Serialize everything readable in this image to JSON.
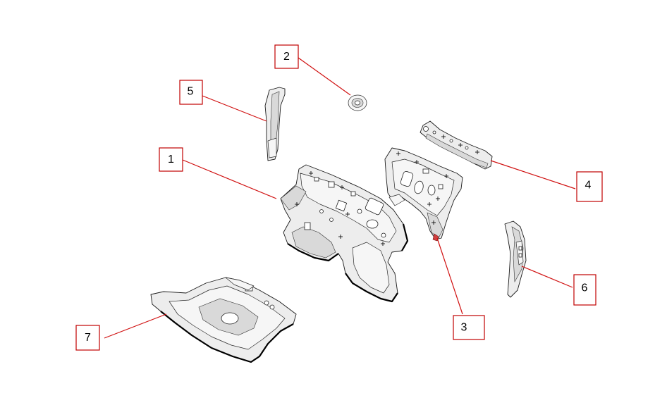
{
  "callouts": [
    {
      "id": "1",
      "label": "1"
    },
    {
      "id": "2",
      "label": "2"
    },
    {
      "id": "3",
      "label": "3"
    },
    {
      "id": "4",
      "label": "4"
    },
    {
      "id": "5",
      "label": "5"
    },
    {
      "id": "6",
      "label": "6"
    },
    {
      "id": "7",
      "label": "7"
    }
  ],
  "colors": {
    "callout_border": "#c00000",
    "leader_line": "#d01010",
    "part_fill": "#ededed",
    "part_outline": "#1a1a1a"
  }
}
